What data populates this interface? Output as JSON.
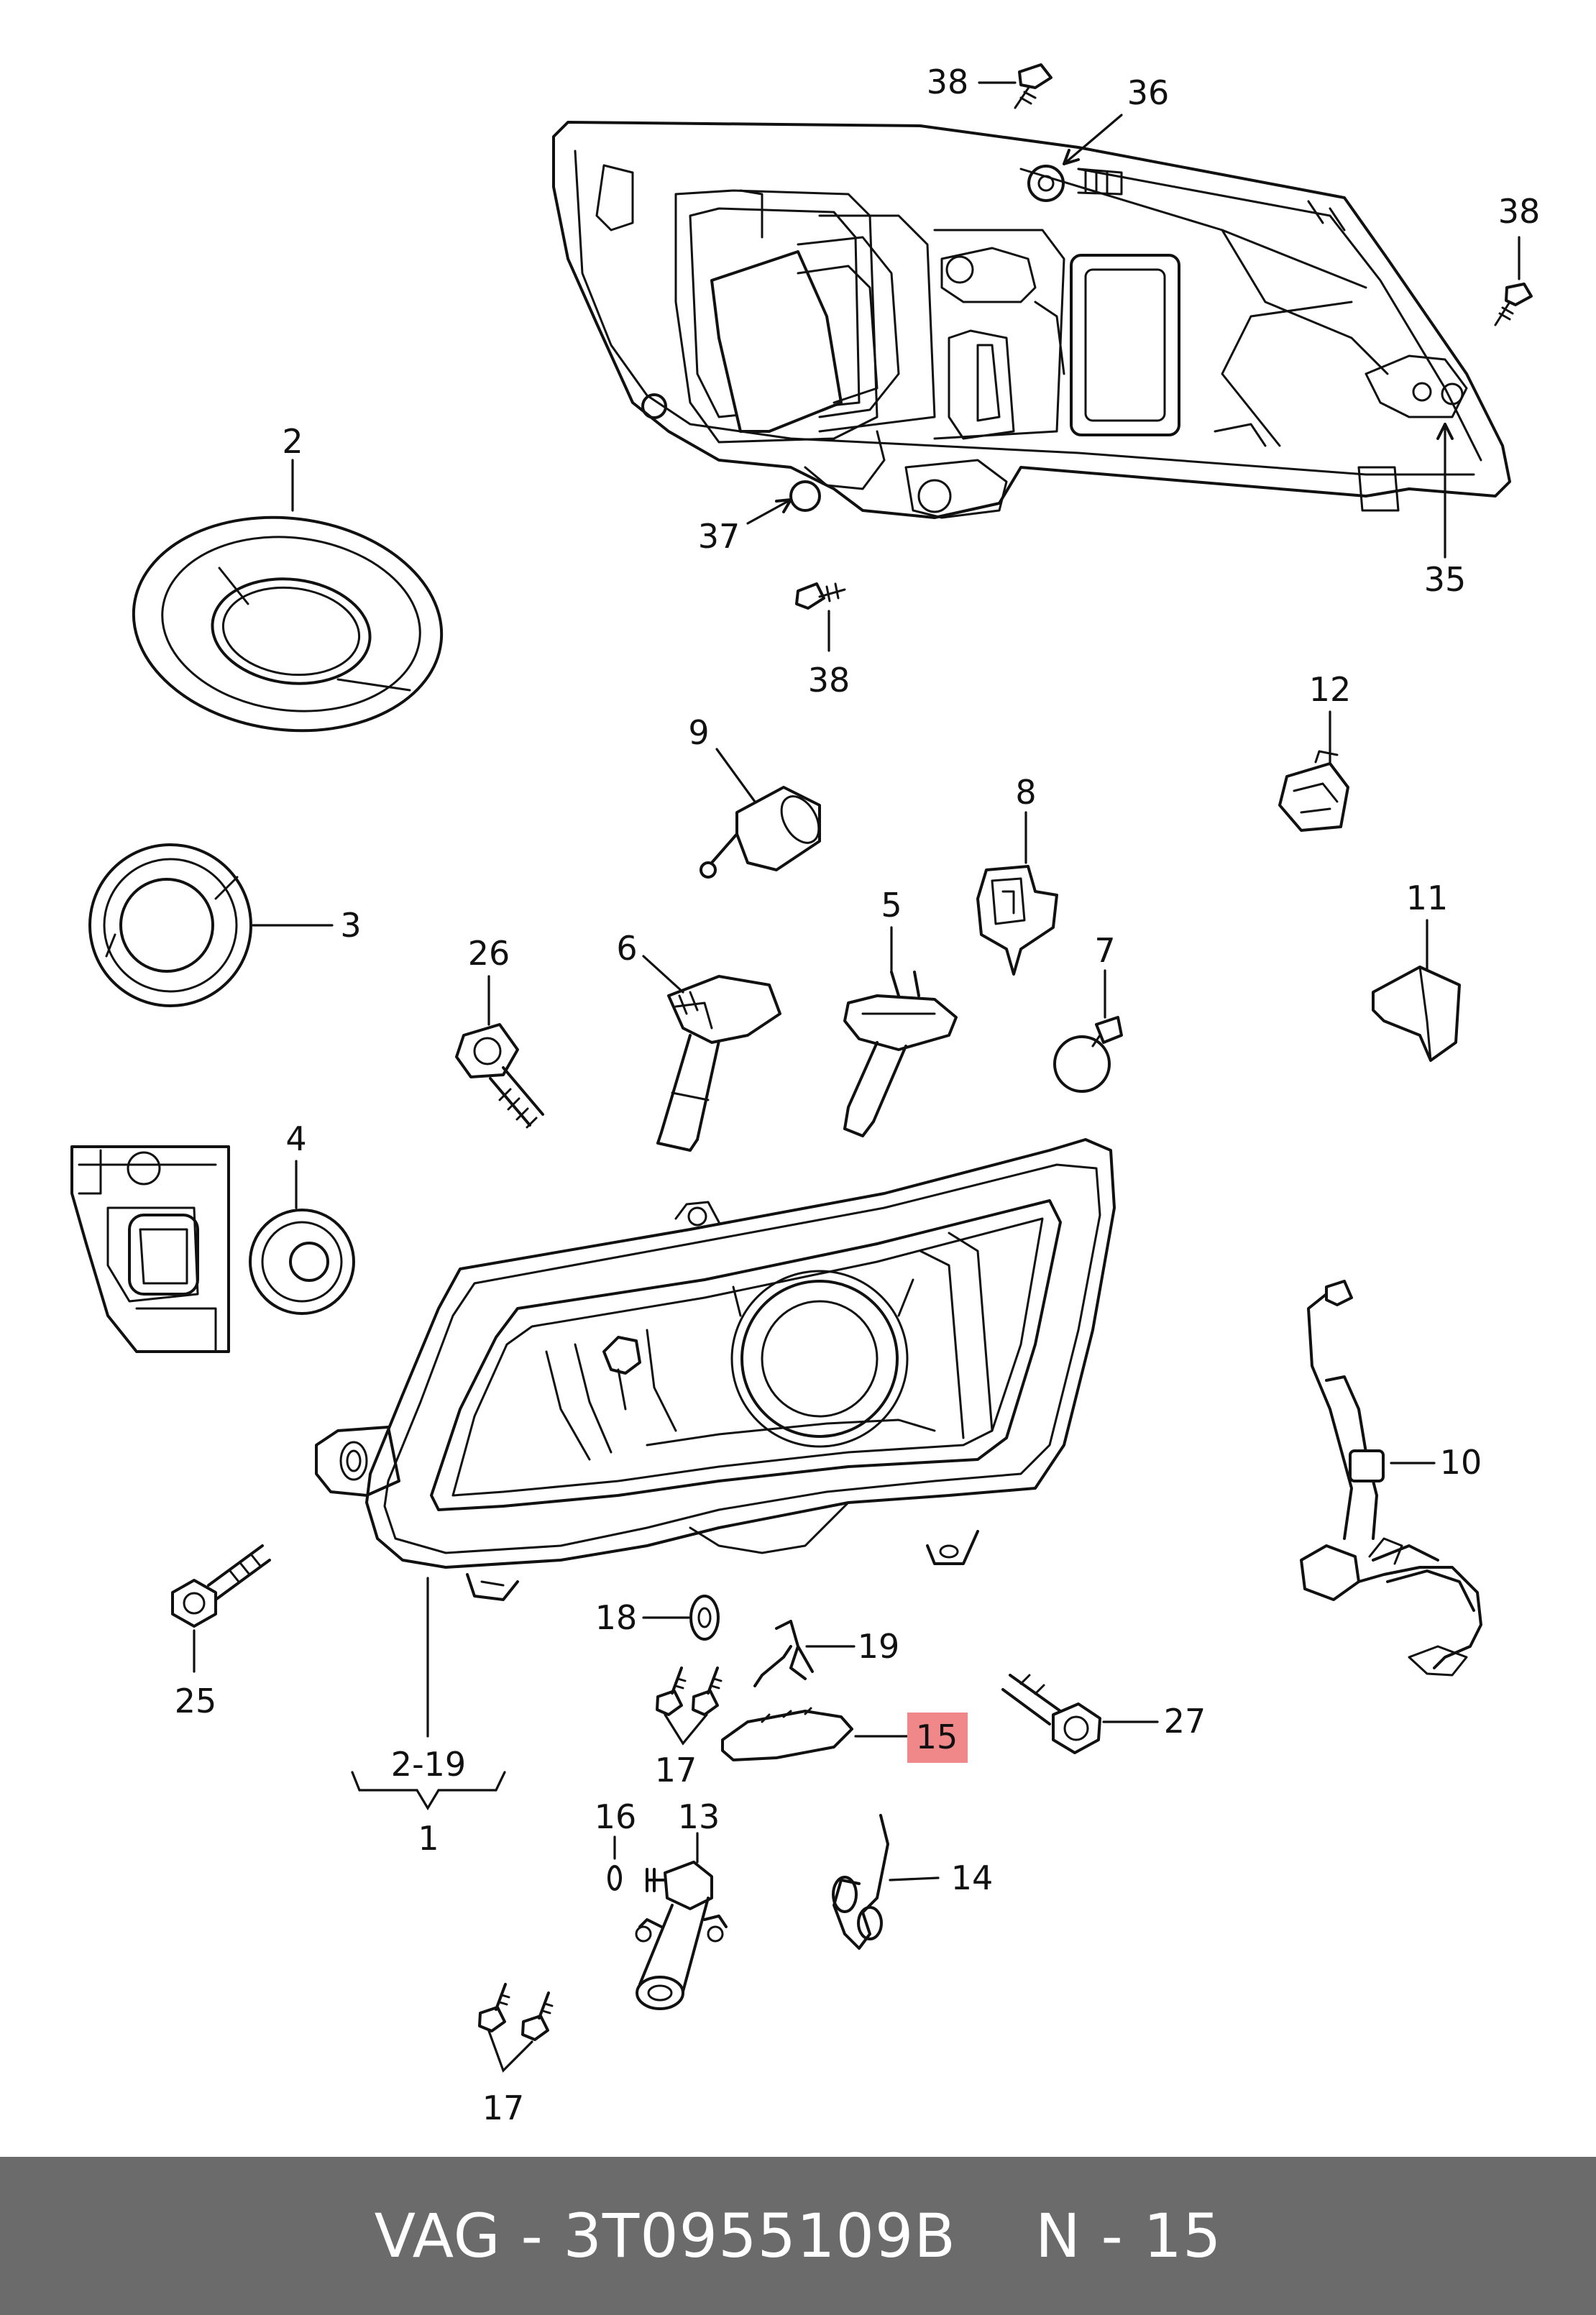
{
  "diagram": {
    "callouts": {
      "c1": "1",
      "c2": "2",
      "c2_19": "2-19",
      "c3": "3",
      "c4": "4",
      "c5": "5",
      "c6": "6",
      "c7": "7",
      "c8": "8",
      "c9": "9",
      "c10": "10",
      "c11": "11",
      "c12": "12",
      "c13": "13",
      "c14": "14",
      "c15": "15",
      "c16": "16",
      "c17a": "17",
      "c17b": "17",
      "c18": "18",
      "c19": "19",
      "c25": "25",
      "c26": "26",
      "c27": "27",
      "c35": "35",
      "c36": "36",
      "c37": "37",
      "c38a": "38",
      "c38b": "38",
      "c38c": "38"
    },
    "highlighted_callout": "15",
    "highlight_color": "#f0888a"
  },
  "footer": {
    "part_label": "VAG - 3T0955109B",
    "position_label": "N - 15",
    "background": "#6b6b6b"
  }
}
